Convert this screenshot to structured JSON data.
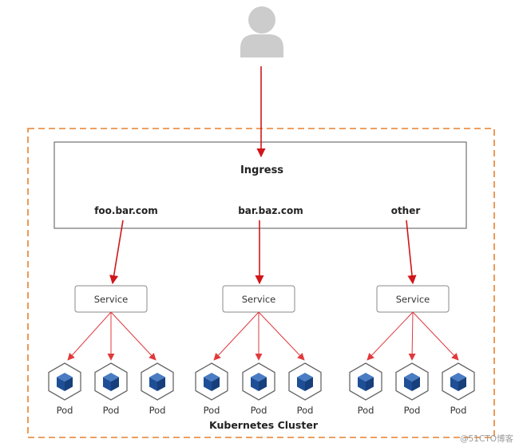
{
  "diagram": {
    "ingress": {
      "title": "Ingress",
      "rules": [
        "foo.bar.com",
        "bar.baz.com",
        "other"
      ]
    },
    "services": [
      {
        "label": "Service",
        "pods": [
          "Pod",
          "Pod",
          "Pod"
        ]
      },
      {
        "label": "Service",
        "pods": [
          "Pod",
          "Pod",
          "Pod"
        ]
      },
      {
        "label": "Service",
        "pods": [
          "Pod",
          "Pod",
          "Pod"
        ]
      }
    ],
    "cluster_label": "Kubernetes Cluster",
    "watermark": "@51CTO博客",
    "colors": {
      "arrow": "#d0161b",
      "cluster_border": "#e8812f",
      "pod_fill": "#1e4f96",
      "user_icon": "#cccccc"
    },
    "icons": {
      "user": "user-icon",
      "pod": "pod-cube-icon"
    }
  }
}
